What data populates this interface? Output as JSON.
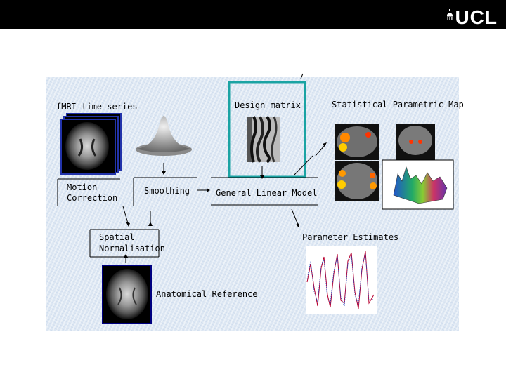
{
  "header": {
    "logo_text": "UCL"
  },
  "diagram": {
    "fmri_label": "fMRI time-series",
    "design_matrix_label": "Design matrix",
    "spm_label": "Statistical Parametric Map",
    "motion_label_1": "Motion",
    "motion_label_2": "Correction",
    "smoothing_label": "Smoothing",
    "glm_label": "General Linear Model",
    "spatial_label_1": "Spatial",
    "spatial_label_2": "Normalisation",
    "param_label": "Parameter Estimates",
    "anatomical_label": "Anatomical Reference"
  },
  "colors": {
    "highlight_box": "#1aa3a3",
    "frame": "#000080",
    "background": "#dfe9f4"
  }
}
